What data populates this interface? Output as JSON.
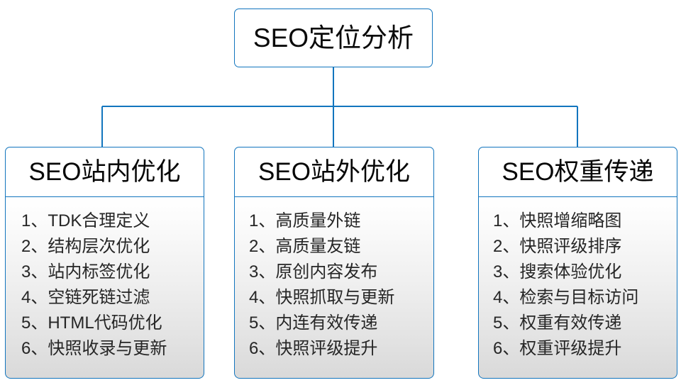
{
  "diagram": {
    "root": {
      "label": "SEO定位分析"
    },
    "colors": {
      "border_blue": "#1275be",
      "connector_blue": "#1275be",
      "header_bg": "#ffffff",
      "panel_gradient_top": "#ffffff",
      "panel_gradient_bottom": "#d9d9d9",
      "text": "#262626"
    },
    "branches": [
      {
        "header": "SEO站内优化",
        "items": [
          "1、TDK合理定义",
          "2、结构层次优化",
          "3、站内标签优化",
          "4、空链死链过滤",
          "5、HTML代码优化",
          "6、快照收录与更新"
        ]
      },
      {
        "header": "SEO站外优化",
        "items": [
          "1、高质量外链",
          "2、高质量友链",
          "3、原创内容发布",
          "4、快照抓取与更新",
          "5、内连有效传递",
          "6、快照评级提升"
        ]
      },
      {
        "header": "SEO权重传递",
        "items": [
          "1、快照增缩略图",
          "2、快照评级排序",
          "3、搜索体验优化",
          "4、检索与目标访问",
          "5、权重有效传递",
          "6、权重评级提升"
        ]
      }
    ]
  }
}
